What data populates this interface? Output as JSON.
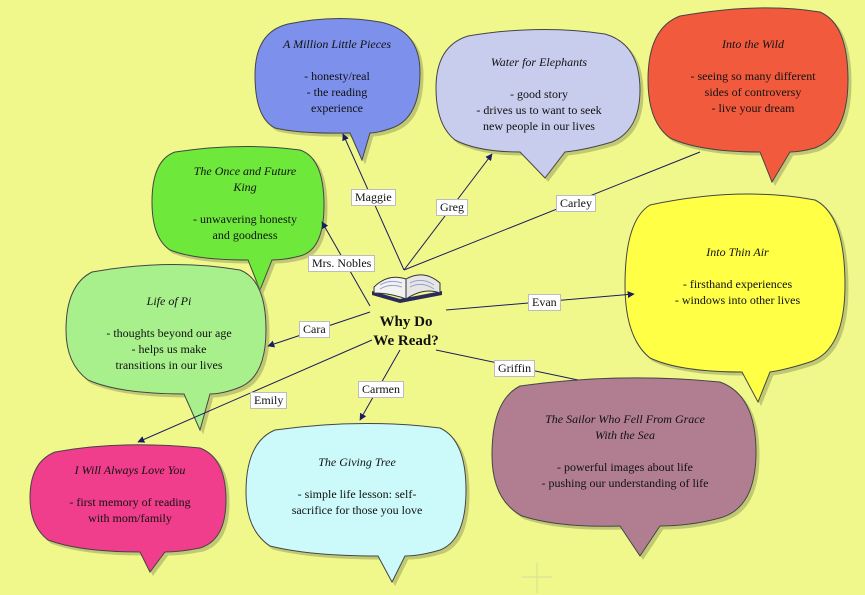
{
  "center": {
    "line1": "Why Do",
    "line2": "We Read?"
  },
  "book_icon": "open-book-icon",
  "colors": {
    "background": "#f0f88c",
    "connector": "#1c1c60"
  },
  "bubbles": [
    {
      "id": "million",
      "title": "A Million Little Pieces",
      "lines": [
        "- honesty/real",
        "- the reading",
        "experience"
      ],
      "color": "#7c90ec",
      "reader": "Maggie"
    },
    {
      "id": "elephants",
      "title": "Water for Elephants",
      "lines": [
        "- good story",
        "- drives us to want to seek",
        "new people in our lives"
      ],
      "color": "#c8cced",
      "reader": "Greg"
    },
    {
      "id": "wild",
      "title": "Into the Wild",
      "lines": [
        "- seeing so many different",
        "sides of controversy",
        "- live your dream"
      ],
      "color": "#f25a3c",
      "reader": "Carley"
    },
    {
      "id": "king",
      "title_lines": [
        "The Once and Future",
        "King"
      ],
      "lines": [
        "- unwavering honesty",
        "and goodness"
      ],
      "color": "#6ee83a",
      "reader": "Mrs. Nobles"
    },
    {
      "id": "thinair",
      "title": "Into Thin Air",
      "lines": [
        "- firsthand experiences",
        "- windows into other lives"
      ],
      "color": "#ffff44",
      "reader": "Evan"
    },
    {
      "id": "pi",
      "title": "Life of Pi",
      "lines": [
        "- thoughts beyond our age",
        "- helps us make",
        "transitions in our lives"
      ],
      "color": "#a8f08c",
      "reader": "Cara"
    },
    {
      "id": "sailor",
      "title_lines": [
        "The Sailor Who Fell From Grace",
        "With the Sea"
      ],
      "lines": [
        "- powerful images about life",
        "- pushing our understanding of life"
      ],
      "color": "#b07e90",
      "reader": "Griffin"
    },
    {
      "id": "love",
      "title": "I Will Always Love You",
      "lines": [
        "- first memory of reading",
        "with mom/family"
      ],
      "color": "#f03c8c",
      "reader": "Emily"
    },
    {
      "id": "tree",
      "title": "The Giving Tree",
      "lines": [
        "- simple life lesson: self-",
        "sacrifice for those you love"
      ],
      "color": "#ccfafa",
      "reader": "Carmen"
    }
  ]
}
